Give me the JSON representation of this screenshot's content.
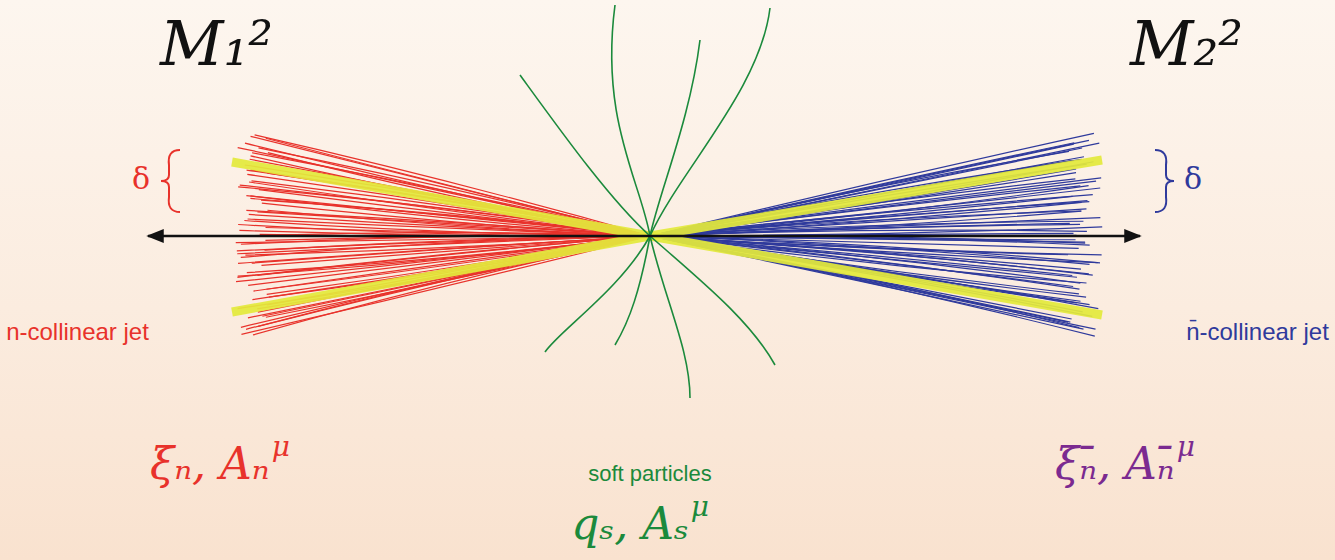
{
  "diagram": {
    "labels": [
      "M₁²",
      "M₂²",
      "δ",
      "δ",
      "n-collinear jet",
      "n̄-collinear jet",
      "soft particles",
      "ξₙ, Aₙ",
      "μ",
      "qₛ, Aₛ",
      "μ",
      "ξₙ̄, Aₙ̄",
      "μ"
    ]
  }
}
